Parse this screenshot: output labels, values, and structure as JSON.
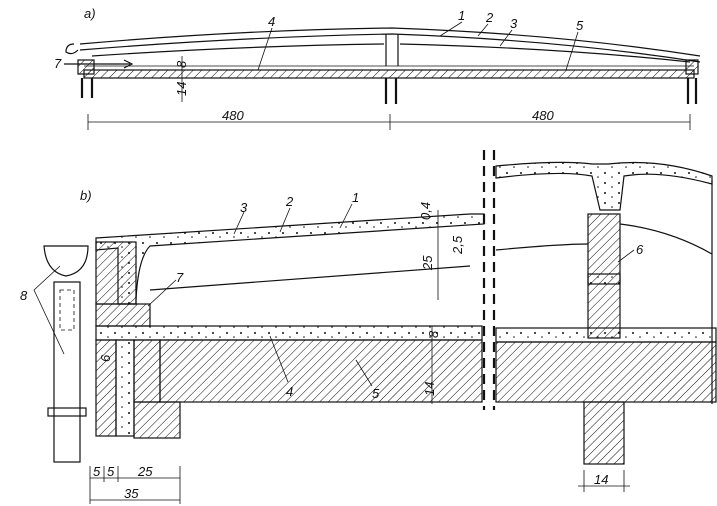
{
  "figure_a": {
    "label": "a)",
    "callouts": [
      "1",
      "2",
      "3",
      "4",
      "5",
      "7"
    ],
    "dims": {
      "d8": "8",
      "d14": "14",
      "span_left": "480",
      "span_right": "480"
    }
  },
  "figure_b": {
    "label": "b)",
    "callouts": [
      "1",
      "2",
      "3",
      "4",
      "5",
      "6",
      "7",
      "8"
    ],
    "dims": {
      "d04": "0,4",
      "d25a": "2,5",
      "d25": "25",
      "d8": "8",
      "d14": "14",
      "d6": "6",
      "d55a": "5",
      "d55b": "5",
      "d25b": "25",
      "d35": "35",
      "d14b": "14"
    }
  }
}
